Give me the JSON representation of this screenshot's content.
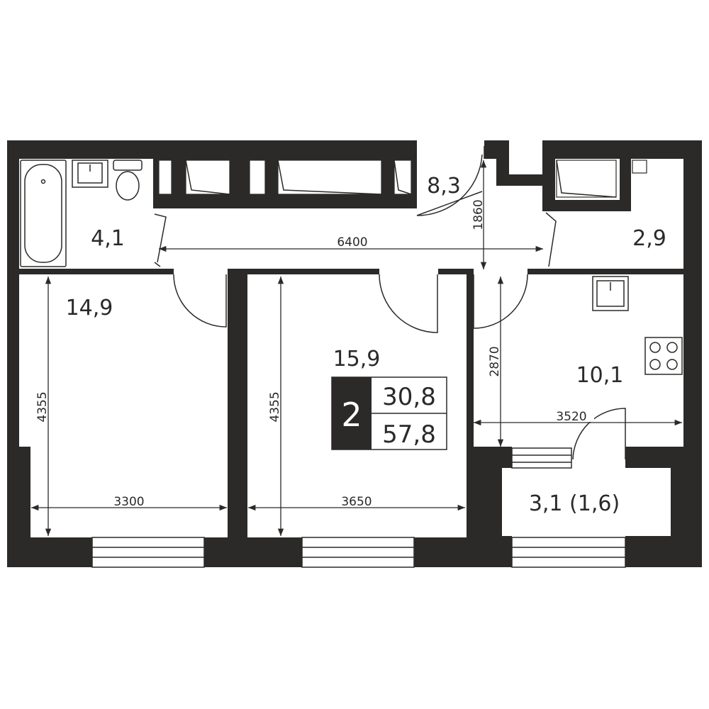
{
  "plan": {
    "rooms": [
      {
        "id": "bathroom",
        "area": "4,1"
      },
      {
        "id": "hallway",
        "area": "8,3"
      },
      {
        "id": "closet",
        "area": "2,9"
      },
      {
        "id": "bedroom-left",
        "area": "14,9"
      },
      {
        "id": "bedroom-middle",
        "area": "15,9"
      },
      {
        "id": "kitchen",
        "area": "10,1"
      },
      {
        "id": "balcony",
        "area": "3,1 (1,6)"
      }
    ],
    "dimensions": {
      "hall_width": "6400",
      "hall_depth": "1860",
      "left_room_height": "4355",
      "left_room_width": "3300",
      "middle_room_height": "4355",
      "middle_room_width": "3650",
      "kitchen_height": "2870",
      "kitchen_width": "3520"
    },
    "badge": {
      "rooms_count": "2",
      "living_area": "30,8",
      "total_area": "57,8"
    },
    "colors": {
      "wall": "#2b2a29",
      "background": "#ffffff"
    }
  }
}
